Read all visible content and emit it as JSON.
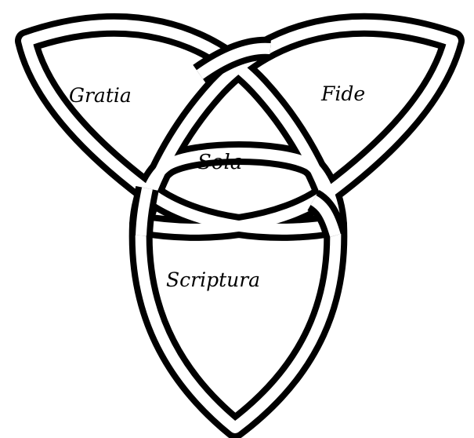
{
  "diagram": {
    "type": "triquetra",
    "colors": {
      "background": "#ffffff",
      "ink": "#000000",
      "band_fill": "#ffffff"
    },
    "labels": {
      "top_left": "Gratia",
      "top_right": "Fide",
      "center": "Sola",
      "bottom": "Scriptura"
    }
  }
}
